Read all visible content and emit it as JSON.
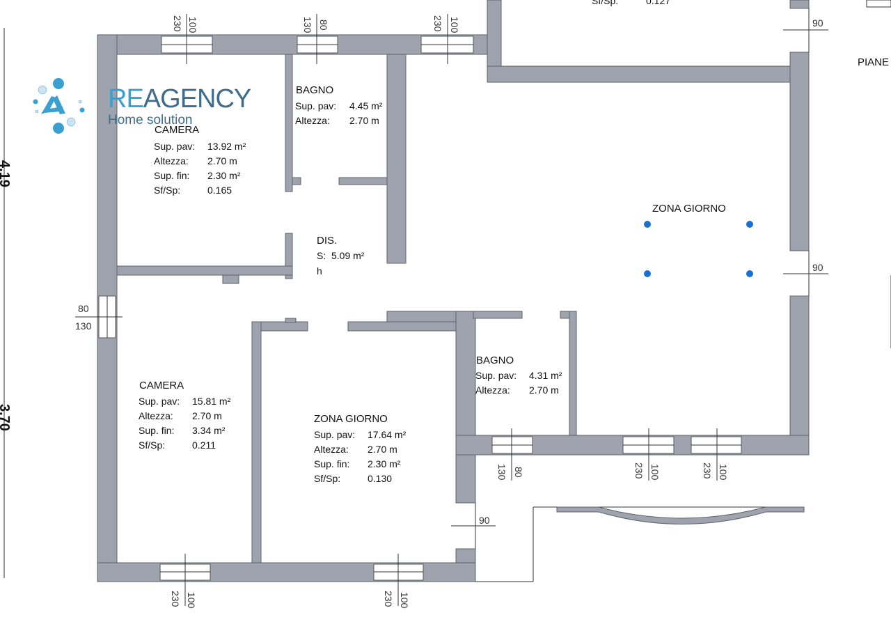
{
  "logo": {
    "brand_a": "RE",
    "brand_b": "AGENCY",
    "tagline": "Home solution",
    "accent": "#3aa0cf",
    "text_color": "#3d6c8c"
  },
  "colors": {
    "wall": "#9ea3ad",
    "dot": "#1a6fd0"
  },
  "top_partial": {
    "label": "Sf/Sp:",
    "value": "0.127"
  },
  "side_label": "PIANE",
  "left_dims": [
    "4.19",
    "3.70"
  ],
  "rooms": {
    "camera1": {
      "name": "CAMERA",
      "rows": [
        [
          "Sup. pav:",
          "13.92 m²"
        ],
        [
          "Altezza:",
          "2.70 m"
        ],
        [
          "Sup. fin:",
          "2.30 m²"
        ],
        [
          "Sf/Sp:",
          "0.165"
        ]
      ]
    },
    "bagno1": {
      "name": "BAGNO",
      "rows": [
        [
          "Sup. pav:",
          "4.45 m²"
        ],
        [
          "Altezza:",
          "2.70 m"
        ]
      ]
    },
    "dis": {
      "name": "DIS.",
      "rows": [
        [
          "S:",
          "5.09 m²"
        ],
        [
          "h",
          ""
        ]
      ]
    },
    "zona1": {
      "name": "ZONA GIORNO"
    },
    "camera2": {
      "name": "CAMERA",
      "rows": [
        [
          "Sup. pav:",
          "15.81 m²"
        ],
        [
          "Altezza:",
          "2.70 m"
        ],
        [
          "Sup. fin:",
          "3.34 m²"
        ],
        [
          "Sf/Sp:",
          "0.211"
        ]
      ]
    },
    "zona2": {
      "name": "ZONA GIORNO",
      "rows": [
        [
          "Sup. pav:",
          "17.64 m²"
        ],
        [
          "Altezza:",
          "2.70 m"
        ],
        [
          "Sup. fin:",
          "2.30 m²"
        ],
        [
          "Sf/Sp:",
          "0.130"
        ]
      ]
    },
    "bagno2": {
      "name": "BAGNO",
      "rows": [
        [
          "Sup. pav:",
          "4.31 m²"
        ],
        [
          "Altezza:",
          "2.70 m"
        ]
      ]
    }
  },
  "window_dims": {
    "w_top1": [
      "230",
      "100"
    ],
    "w_top2": [
      "130",
      "80"
    ],
    "w_top3": [
      "230",
      "100"
    ],
    "w_left": [
      "80",
      "130"
    ],
    "w_bot1": [
      "230",
      "100"
    ],
    "w_bot2": [
      "230",
      "100"
    ],
    "w_b2": [
      "130",
      "80"
    ],
    "w_r1": [
      "230",
      "100"
    ],
    "w_r2": [
      "230",
      "100"
    ],
    "d1": "90",
    "d2": "90",
    "d3": "90"
  }
}
